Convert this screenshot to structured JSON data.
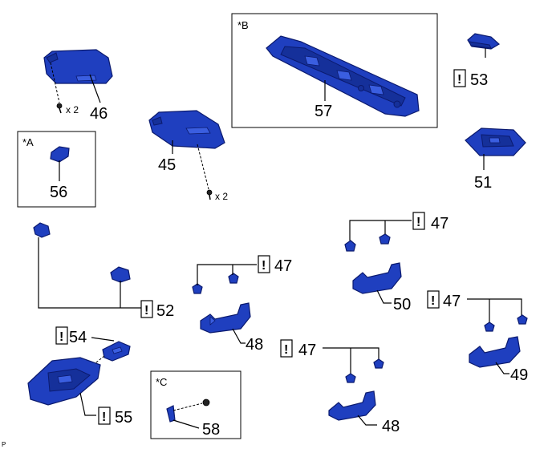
{
  "labels": {
    "n46": "46",
    "n45": "45",
    "n56": "56",
    "n57": "57",
    "n53": "53",
    "n51": "51",
    "n52": "52",
    "n47a": "47",
    "n48a": "48",
    "n47b": "47",
    "n50": "50",
    "n47c": "47",
    "n49": "49",
    "n54": "54",
    "n55": "55",
    "n47d": "47",
    "n48b": "48",
    "n58": "58"
  },
  "multipliers": {
    "m46": "x 2",
    "m45": "x 2"
  },
  "boxes": {
    "a": "*A",
    "b": "*B",
    "c": "*C"
  },
  "warning_symbol": "!",
  "corner": "P",
  "colors": {
    "part": "#1f3fbf",
    "outline": "#0b1a6e"
  }
}
